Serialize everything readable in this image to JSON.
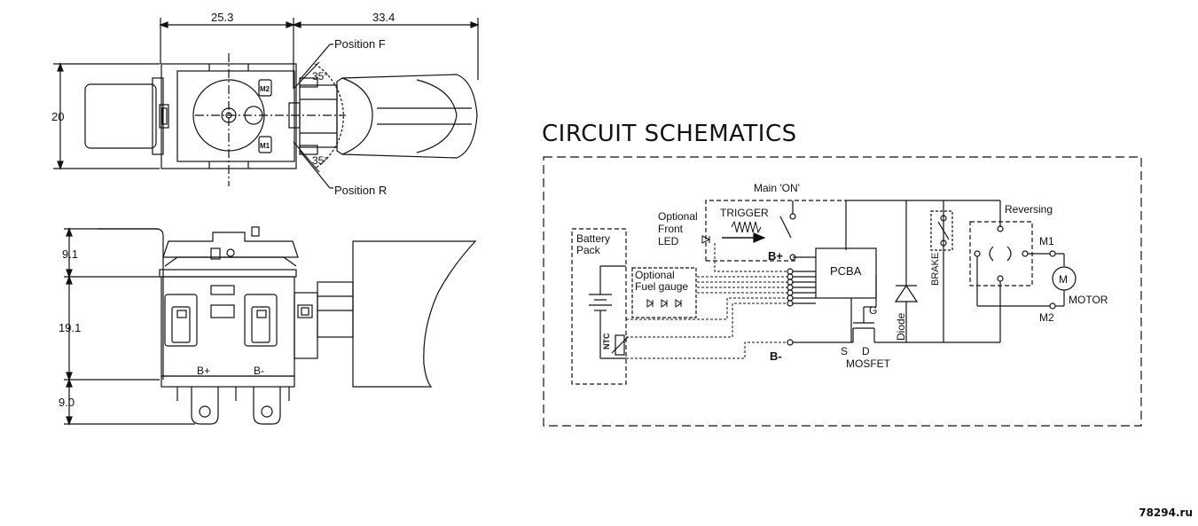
{
  "drawing": {
    "dimensions": {
      "top_left": "25.3",
      "top_right": "33.4",
      "left_height": "20",
      "side_top": "9.1",
      "side_mid": "19.1",
      "side_bottom": "9.0"
    },
    "angles": {
      "upper": "35°",
      "lower": "35°"
    },
    "positions": {
      "forward": "Position F",
      "reverse": "Position R"
    },
    "terminal_marks": {
      "m2": "M2",
      "m1": "M1"
    },
    "terminals": {
      "b_plus": "B+",
      "b_minus": "B-"
    }
  },
  "schematic": {
    "title": "CIRCUIT SCHEMATICS",
    "labels": {
      "main_on": "Main 'ON'",
      "trigger": "TRIGGER",
      "optional_front_led": [
        "Optional",
        "Front",
        "LED"
      ],
      "battery_pack": [
        "Battery",
        "Pack"
      ],
      "optional_fuel_gauge": [
        "Optional",
        "Fuel gauge"
      ],
      "ntc": "NTC",
      "b_plus": "B+",
      "b_minus": "B-",
      "pcba": "PCBA",
      "g": "G",
      "s": "S",
      "d": "D",
      "mosfet": "MOSFET",
      "diode": "Diode",
      "brake": "BRAKE",
      "reversing": "Reversing",
      "m1": "M1",
      "m2": "M2",
      "motor": "MOTOR",
      "motor_symbol": "M"
    }
  },
  "watermark": "78294.ru"
}
